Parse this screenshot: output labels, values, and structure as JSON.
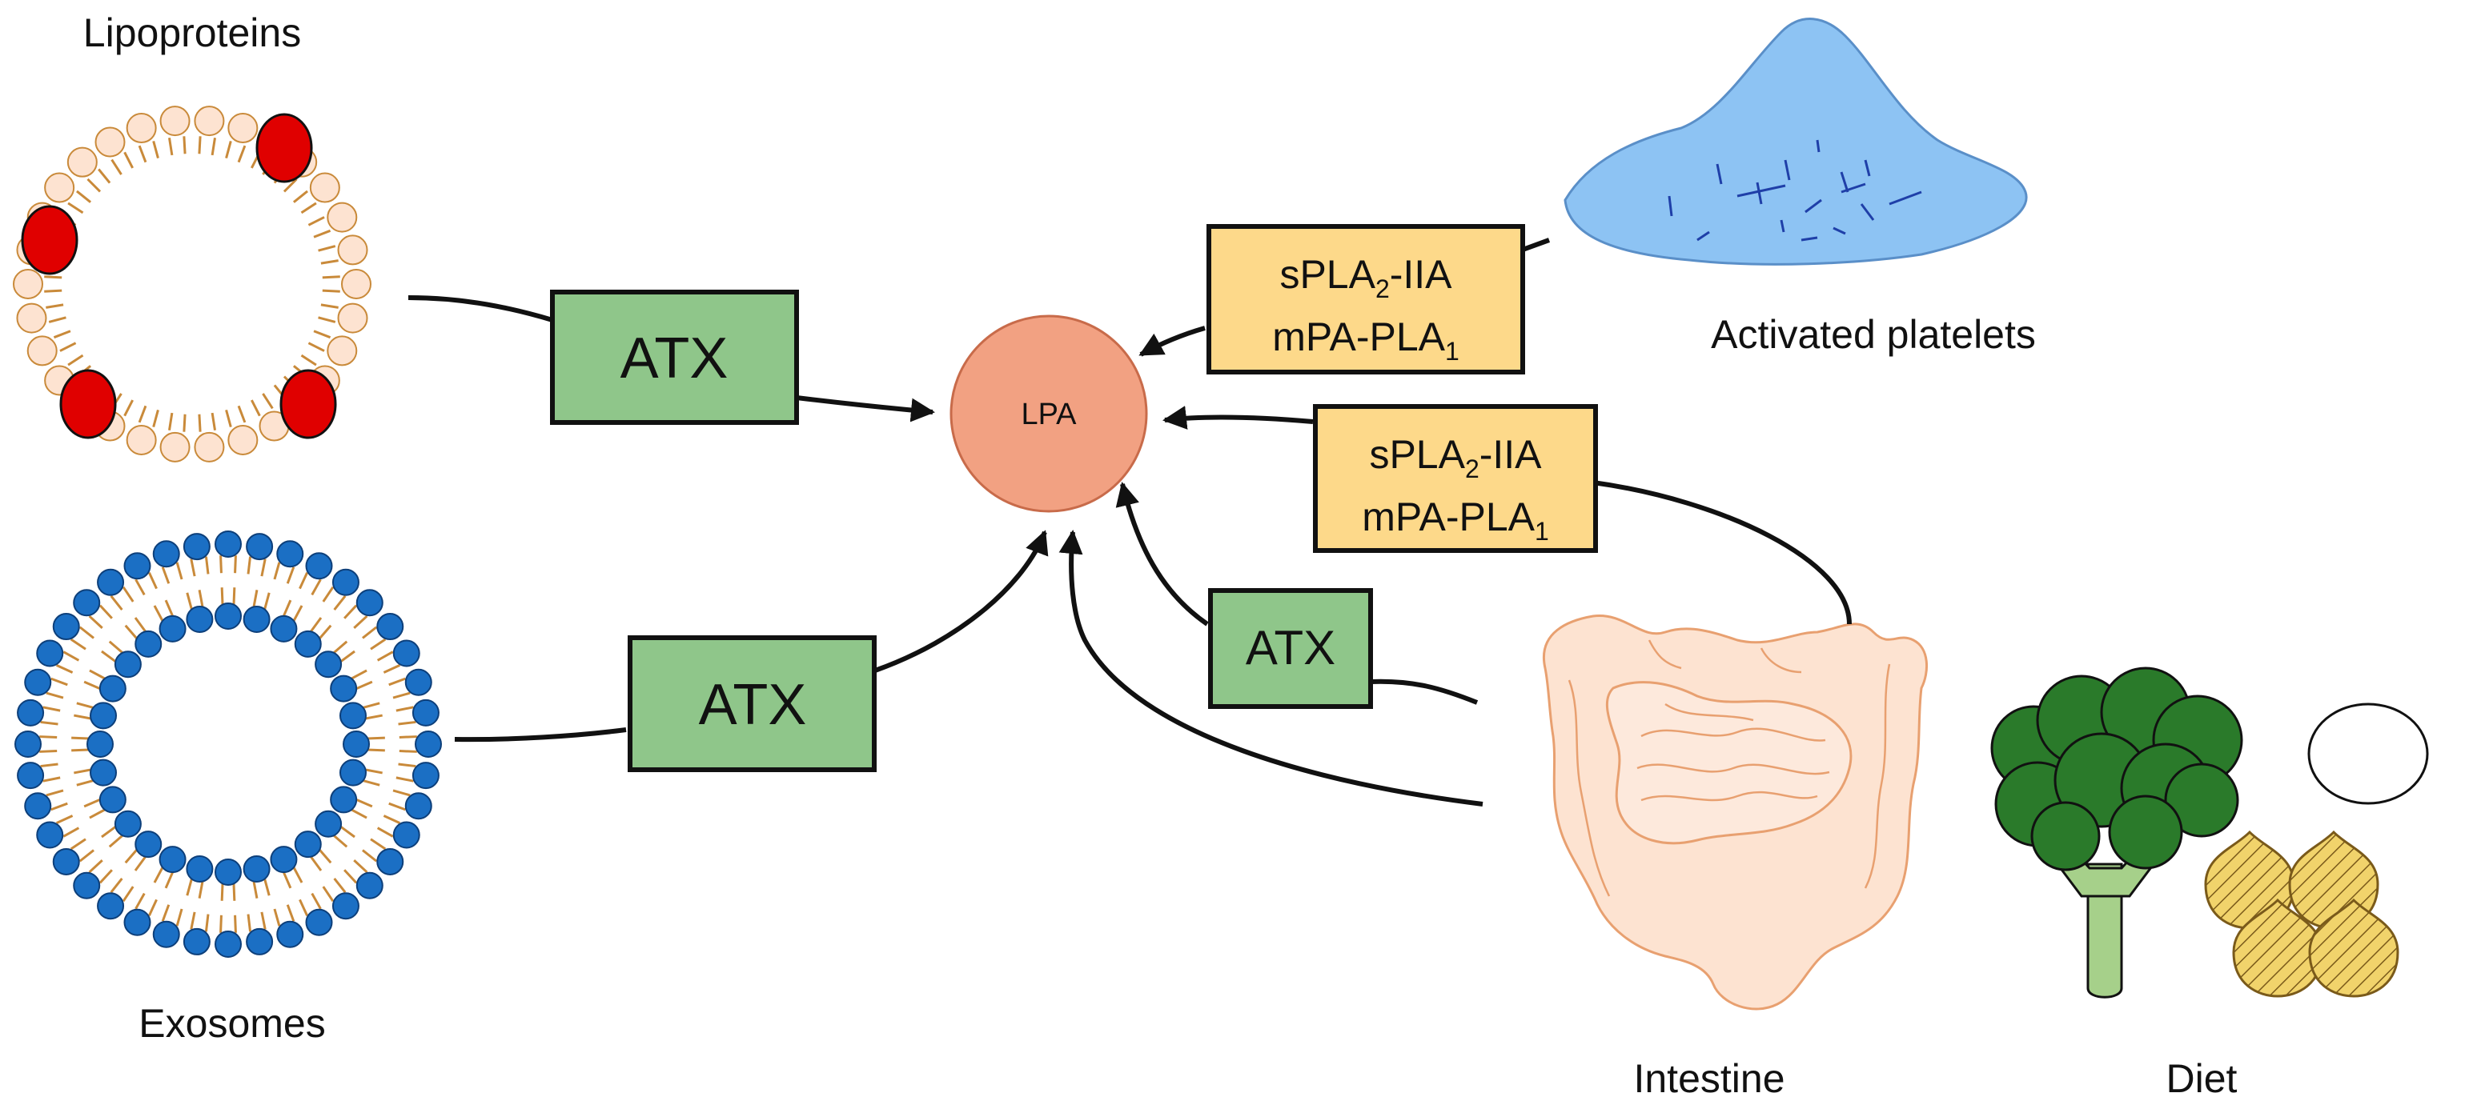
{
  "sources": {
    "lipoproteins": "Lipoproteins",
    "exosomes": "Exosomes",
    "activated_platelets": "Activated platelets",
    "intestine": "Intestine",
    "diet": "Diet"
  },
  "center": {
    "label": "LPA"
  },
  "enzymes": {
    "atx": "ATX",
    "spla2_prefix": "sPLA",
    "spla2_sub": "2",
    "spla2_suffix": "-IIA",
    "mpa_prefix": "mPA-PLA",
    "mpa_sub": "1"
  },
  "colors": {
    "atx_box": "#8fc68a",
    "pla_box": "#fdd98a",
    "lpa_fill": "#f2a182",
    "lipid_head": "#fde3d1",
    "apoprotein": "#e00000",
    "exosome_head": "#1b6fc4",
    "lipid_tail": "#c98a3a",
    "platelet": "#8dc3f3",
    "intestine": "#fde3d1",
    "broccoli": "#2a7a2a",
    "broccoli_stem": "#a6d08a",
    "seed": "#f1d36b"
  }
}
